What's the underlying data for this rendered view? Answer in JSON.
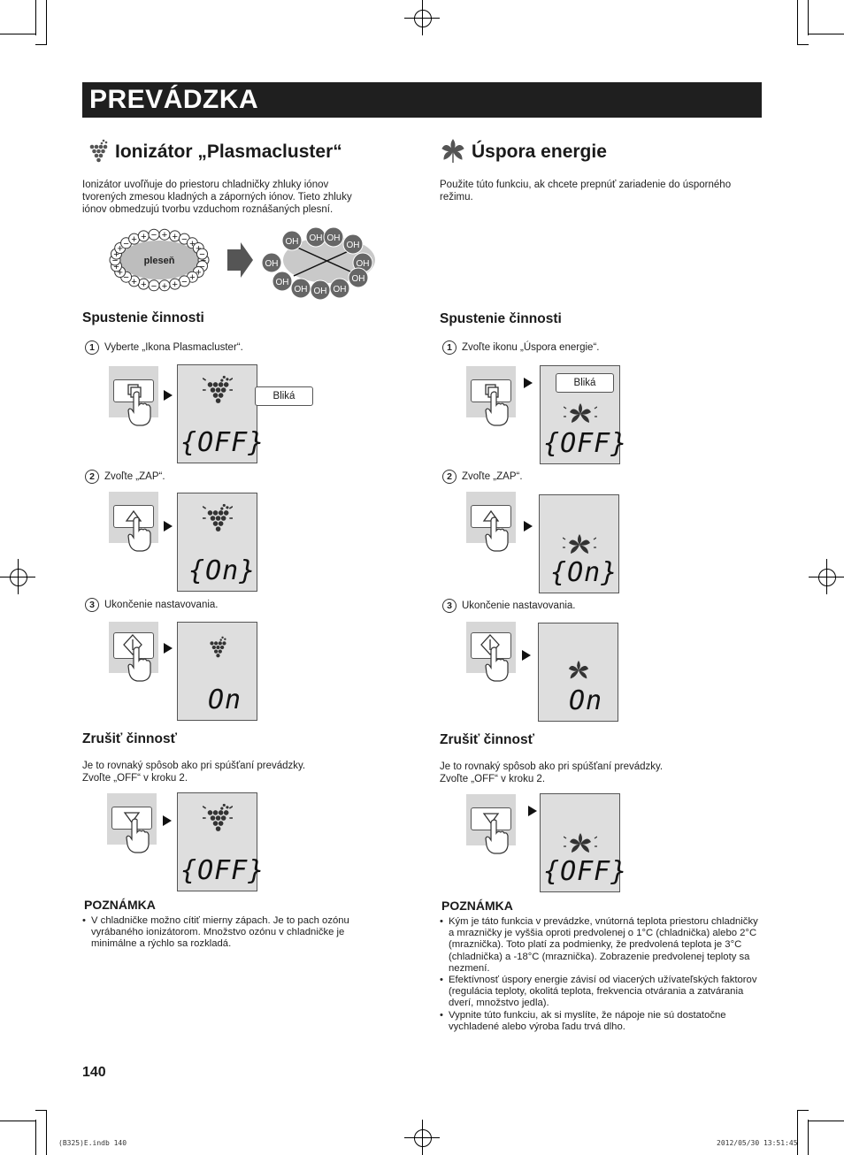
{
  "page": {
    "banner_title": "PREVÁDZKA",
    "page_number": "140",
    "footer_left": "(B325)E.indb   140",
    "footer_right": "2012/05/30   13:51:45"
  },
  "left": {
    "title": "Ionizátor „Plasmacluster“",
    "intro": "Ionizátor uvoľňuje do priestoru chladničky zhluky iónov tvorených zmesou kladných a záporných iónov. Tieto zhluky iónov obmedzujú tvorbu vzduchom roznášaných plesní.",
    "illustration": {
      "mold_label": "pleseň",
      "oh_label": "OH",
      "plus_label": "+",
      "minus_label": "−"
    },
    "start_heading": "Spustenie činnosti",
    "steps": [
      {
        "num": "1",
        "text": "Vyberte „Ikona Plasmacluster“.",
        "callout": "Bliká",
        "display": "OFF"
      },
      {
        "num": "2",
        "text": "Zvoľte „ZAP“.",
        "display": "On"
      },
      {
        "num": "3",
        "text": "Ukončenie nastavovania.",
        "display": "On"
      }
    ],
    "cancel_heading": "Zrušiť činnosť",
    "cancel_text_1": "Je to rovnaký spôsob ako pri spúšťaní prevádzky.",
    "cancel_text_2": "Zvoľte „OFF“ v kroku 2.",
    "cancel_display": "OFF",
    "note_title": "POZNÁMKA",
    "notes": [
      "V chladničke možno cítiť mierny zápach. Je to pach ozónu vyrábaného ionizátorom. Množstvo ozónu v chladničke je minimálne a rýchlo sa rozkladá."
    ]
  },
  "right": {
    "title": "Úspora energie",
    "intro": "Použite túto funkciu, ak chcete prepnúť zariadenie do úsporného režimu.",
    "start_heading": "Spustenie činnosti",
    "steps": [
      {
        "num": "1",
        "text": "Zvoľte ikonu „Úspora energie“.",
        "callout": "Bliká",
        "display": "OFF"
      },
      {
        "num": "2",
        "text": "Zvoľte „ZAP“.",
        "display": "On"
      },
      {
        "num": "3",
        "text": "Ukončenie nastavovania.",
        "display": "On"
      }
    ],
    "cancel_heading": "Zrušiť činnosť",
    "cancel_text_1": "Je to rovnaký spôsob ako pri spúšťaní prevádzky.",
    "cancel_text_2": "Zvoľte „OFF“ v kroku 2.",
    "cancel_display": "OFF",
    "note_title": "POZNÁMKA",
    "notes": [
      "Kým je táto funkcia v prevádzke, vnútorná teplota priestoru chladničky a mrazničky je vyššia oproti predvolenej o 1°C (chladnička) alebo 2°C (mraznička). Toto platí za podmienky, že predvolená teplota je 3°C (chladnička) a -18°C (mraznička). Zobrazenie predvolenej teploty sa nezmení.",
      "Efektívnosť úspory energie závisí od viacerých užívateľských faktorov (regulácia teploty, okolitá teplota, frekvencia otvárania a zatvárania dverí, množstvo jedla).",
      "Vypnite túto funkciu, ak si myslíte, že nápoje nie sú dostatočne vychladené alebo výroba ľadu trvá dlho."
    ]
  },
  "colors": {
    "banner_bg": "#1f1f1f",
    "panel_gray": "#d7d7d7",
    "lcd_gray": "#dedede",
    "bubble_gray": "#bdbdbd"
  },
  "icons": [
    "plasmacluster-icon",
    "leaf-icon",
    "select-key-icon",
    "up-key-icon",
    "down-key-icon",
    "enter-key-icon",
    "hand-pointer-icon"
  ]
}
